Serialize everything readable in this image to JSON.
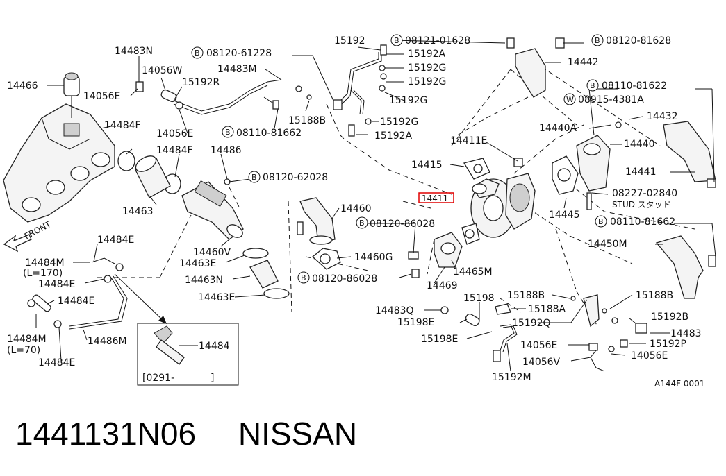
{
  "part_number": "1441131N06",
  "brand": "NISSAN",
  "figure_code": "A144F 0001",
  "front_label": "FRONT",
  "highlighted_part": "14411",
  "prefix_b": "B",
  "prefix_w": "W",
  "labels": [
    {
      "id": "l14483n",
      "text": "14483N"
    },
    {
      "id": "l14056w",
      "text": "14056W"
    },
    {
      "id": "l14466",
      "text": "14466"
    },
    {
      "id": "l14056e_a",
      "text": "14056E"
    },
    {
      "id": "l15192r",
      "text": "15192R"
    },
    {
      "id": "l14483m",
      "text": "14483M"
    },
    {
      "id": "l08120_61228",
      "text": "08120-61228"
    },
    {
      "id": "l15192",
      "text": "15192"
    },
    {
      "id": "l08121_01628",
      "text": "08121-01628"
    },
    {
      "id": "l08120_81628",
      "text": "08120-81628"
    },
    {
      "id": "l15192a_a",
      "text": "15192A"
    },
    {
      "id": "l15192g_a",
      "text": "15192G"
    },
    {
      "id": "l15192g_b",
      "text": "15192G"
    },
    {
      "id": "l15192g_c",
      "text": "15192G"
    },
    {
      "id": "l15192g_d",
      "text": "15192G"
    },
    {
      "id": "l15192a_b",
      "text": "15192A"
    },
    {
      "id": "l14442",
      "text": "14442"
    },
    {
      "id": "l08110_81622",
      "text": "08110-81622"
    },
    {
      "id": "l08915_4381a",
      "text": "08915-4381A"
    },
    {
      "id": "l14432",
      "text": "14432"
    },
    {
      "id": "l14440a",
      "text": "14440A"
    },
    {
      "id": "l14440",
      "text": "14440"
    },
    {
      "id": "l14441",
      "text": "14441"
    },
    {
      "id": "l08227_02840",
      "text": "08227-02840"
    },
    {
      "id": "lstud",
      "text": "STUD スタッド"
    },
    {
      "id": "l14445",
      "text": "14445"
    },
    {
      "id": "l08110_81662_a",
      "text": "08110-81662"
    },
    {
      "id": "l14450m",
      "text": "14450M"
    },
    {
      "id": "l14484f_a",
      "text": "14484F"
    },
    {
      "id": "l14056e_b",
      "text": "14056E"
    },
    {
      "id": "l15188b_a",
      "text": "15188B"
    },
    {
      "id": "l08110_81662_b",
      "text": "08110-81662"
    },
    {
      "id": "l14484f_b",
      "text": "14484F"
    },
    {
      "id": "l14486",
      "text": "14486"
    },
    {
      "id": "l14411e",
      "text": "14411E"
    },
    {
      "id": "l14415",
      "text": "14415"
    },
    {
      "id": "l08120_62028",
      "text": "08120-62028"
    },
    {
      "id": "l14463",
      "text": "14463"
    },
    {
      "id": "l14460",
      "text": "14460"
    },
    {
      "id": "l08120_86028_a",
      "text": "08120-86028"
    },
    {
      "id": "l14460v",
      "text": "14460V"
    },
    {
      "id": "l14463e_a",
      "text": "14463E"
    },
    {
      "id": "l14460g",
      "text": "14460G"
    },
    {
      "id": "l14465m",
      "text": "14465M"
    },
    {
      "id": "l14463n",
      "text": "14463N"
    },
    {
      "id": "l08120_86028_b",
      "text": "08120-86028"
    },
    {
      "id": "l14469",
      "text": "14469"
    },
    {
      "id": "l14463e_b",
      "text": "14463E"
    },
    {
      "id": "l14484e_a",
      "text": "14484E"
    },
    {
      "id": "l14484m_a",
      "text": "14484M"
    },
    {
      "id": "ll170",
      "text": "(L=170)"
    },
    {
      "id": "l14484e_b",
      "text": "14484E"
    },
    {
      "id": "l14484e_c",
      "text": "14484E"
    },
    {
      "id": "l14484m_b",
      "text": "14484M"
    },
    {
      "id": "ll70",
      "text": "(L=70)"
    },
    {
      "id": "l14486m",
      "text": "14486M"
    },
    {
      "id": "l14484e_d",
      "text": "14484E"
    },
    {
      "id": "l14484",
      "text": "14484"
    },
    {
      "id": "l0291",
      "text": "[0291-"
    },
    {
      "id": "lbracket",
      "text": "]"
    },
    {
      "id": "l15188b_b",
      "text": "15188B"
    },
    {
      "id": "l15188b_c",
      "text": "15188B"
    },
    {
      "id": "l15198",
      "text": "15198"
    },
    {
      "id": "l15188a",
      "text": "15188A"
    },
    {
      "id": "l14483q",
      "text": "14483Q"
    },
    {
      "id": "l15198e_a",
      "text": "15198E"
    },
    {
      "id": "l15192q",
      "text": "15192Q"
    },
    {
      "id": "l15192b",
      "text": "15192B"
    },
    {
      "id": "l14483",
      "text": "14483"
    },
    {
      "id": "l15198e_b",
      "text": "15198E"
    },
    {
      "id": "l14056e_c",
      "text": "14056E"
    },
    {
      "id": "l15192p",
      "text": "15192P"
    },
    {
      "id": "l14056v",
      "text": "14056V"
    },
    {
      "id": "l14056e_d",
      "text": "14056E"
    },
    {
      "id": "l15192m",
      "text": "15192M"
    }
  ]
}
